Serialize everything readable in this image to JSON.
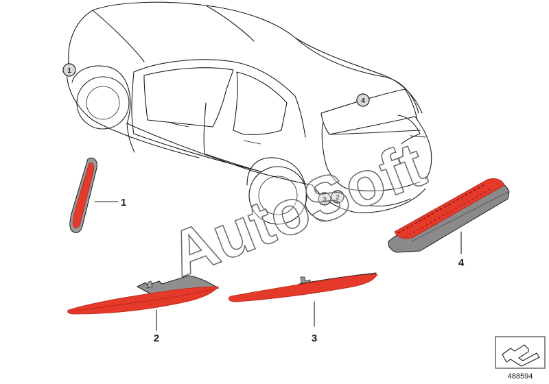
{
  "callouts": {
    "c1": "1",
    "c2": "2",
    "c3": "3",
    "c4": "4"
  },
  "parts": {
    "p1": "1",
    "p2": "2",
    "p3": "3",
    "p4": "4"
  },
  "watermark": "AutoSoft",
  "diagram_id": "488594",
  "colors": {
    "reflector_red": "#e5392a",
    "reflector_dark_red": "#b8241a",
    "housing_gray": "#8a8a8a",
    "callout_fill": "#d9d9d9"
  }
}
